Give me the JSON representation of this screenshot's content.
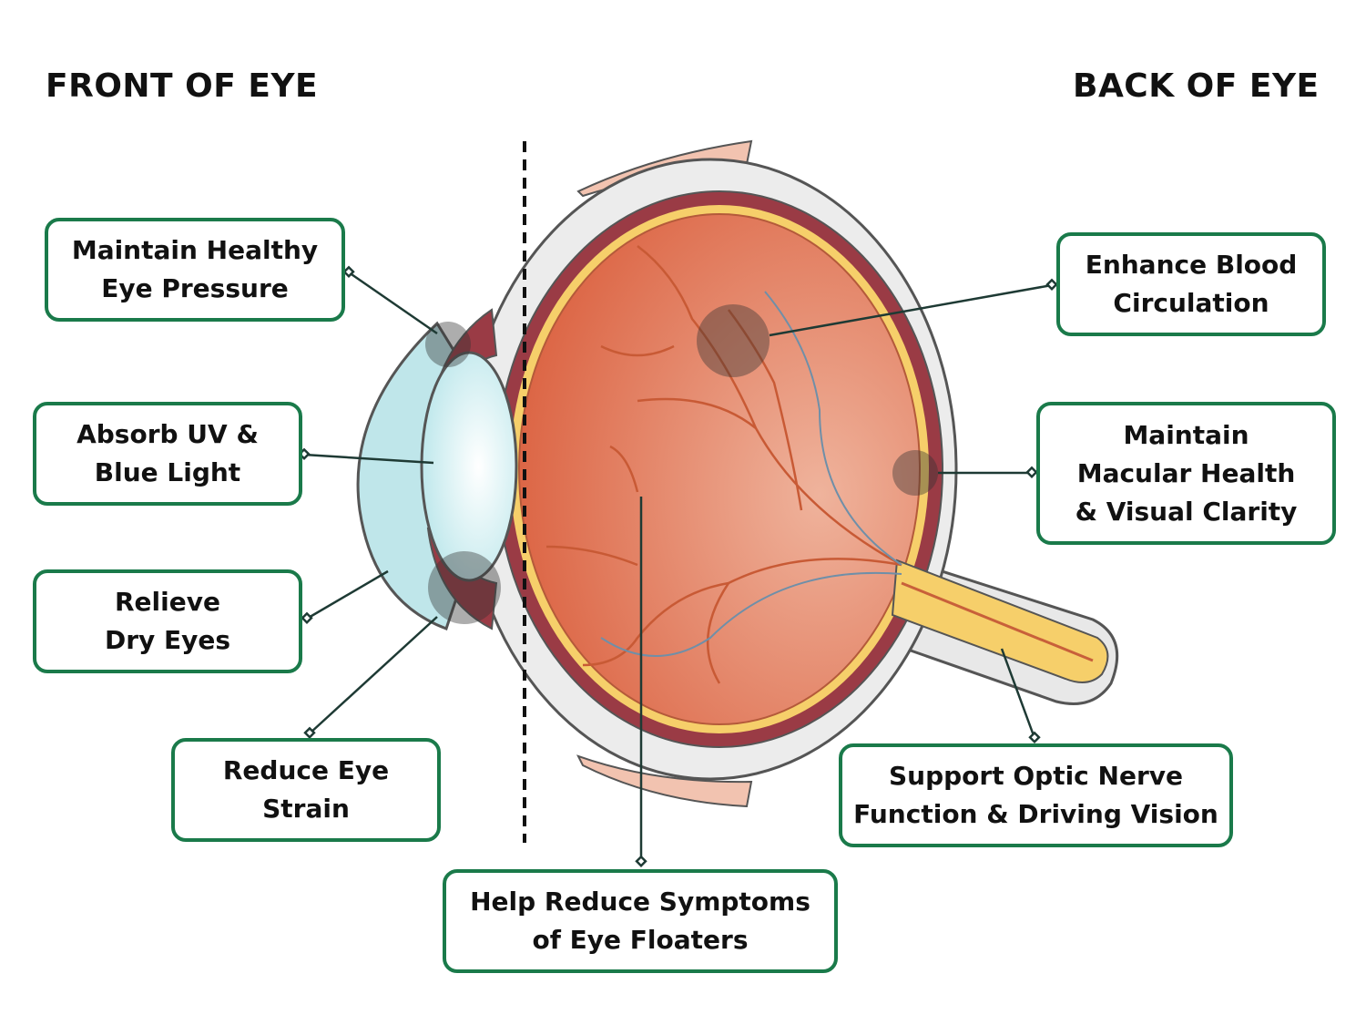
{
  "headings": {
    "front": "FRONT OF EYE",
    "back": "BACK OF EYE"
  },
  "labels": [
    {
      "id": "eye-pressure",
      "text": "Maintain Healthy\nEye Pressure"
    },
    {
      "id": "uv-blue-light",
      "text": "Absorb UV &\nBlue Light"
    },
    {
      "id": "dry-eyes",
      "text": "Relieve\nDry Eyes"
    },
    {
      "id": "eye-strain",
      "text": "Reduce Eye\nStrain"
    },
    {
      "id": "eye-floaters",
      "text": "Help Reduce Symptoms\nof Eye Floaters"
    },
    {
      "id": "optic-nerve",
      "text": "Support Optic Nerve\nFunction & Driving Vision"
    },
    {
      "id": "macular-health",
      "text": "Maintain\nMacular Health\n& Visual Clarity"
    },
    {
      "id": "blood-circulation",
      "text": "Enhance Blood\nCirculation"
    }
  ],
  "colors": {
    "box_border": "#1a7a4a",
    "leader_line": "#1e3a34",
    "retina": "#e07a5a",
    "choroid": "#9a3b45",
    "macula_yellow": "#f6cf6a",
    "cornea": "#bfe6ea"
  }
}
